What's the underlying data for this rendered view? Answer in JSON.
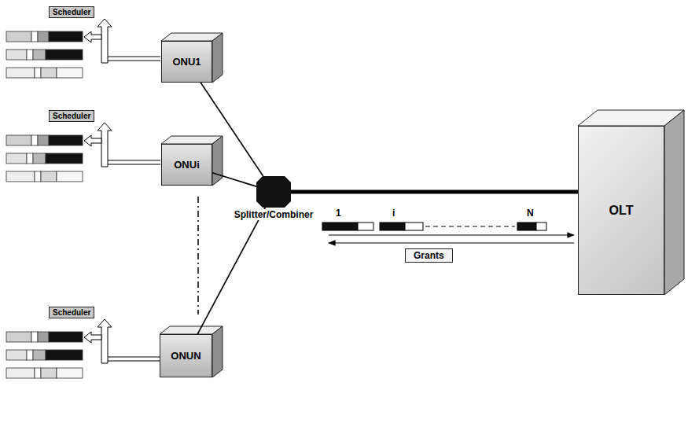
{
  "diagram": {
    "nodes": [
      {
        "text": [
          "Scheduler"
        ]
      },
      {
        "text": [
          "ONU1"
        ]
      },
      {
        "text": [
          "Scheduler"
        ]
      },
      {
        "text": [
          "ONUi"
        ]
      },
      {
        "text": [
          "Splitter/Combiner"
        ]
      },
      {
        "text": [
          "OLT"
        ]
      },
      {
        "text": [
          "Grants"
        ]
      },
      {
        "text": [
          "Scheduler"
        ]
      },
      {
        "text": [
          "ONUN"
        ]
      }
    ],
    "edges": [
      {
        "from": 1,
        "to": 4,
        "arrow": "none"
      },
      {
        "from": 3,
        "to": 4,
        "arrow": "none"
      },
      {
        "from": 8,
        "to": 4,
        "arrow": "none"
      },
      {
        "from": 4,
        "to": 5,
        "arrow": "none"
      }
    ],
    "labels": [
      "1",
      "i",
      "N"
    ]
  }
}
